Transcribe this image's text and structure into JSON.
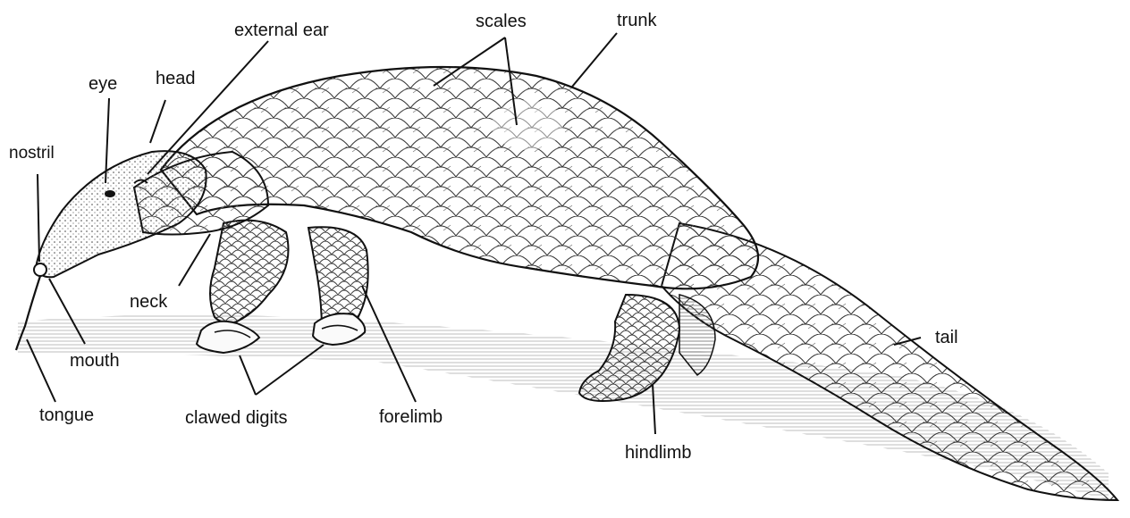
{
  "diagram": {
    "subject": "pangolin",
    "labels": {
      "external_ear": "external ear",
      "scales": "scales",
      "trunk": "trunk",
      "eye": "eye",
      "head": "head",
      "nostril": "nostril",
      "neck": "neck",
      "mouth": "mouth",
      "tongue": "tongue",
      "clawed_digits": "clawed digits",
      "forelimb": "forelimb",
      "hindlimb": "hindlimb",
      "tail": "tail"
    }
  },
  "colors": {
    "ink": "#111111",
    "body_fill": "#e8e8e8",
    "background": "#ffffff"
  }
}
